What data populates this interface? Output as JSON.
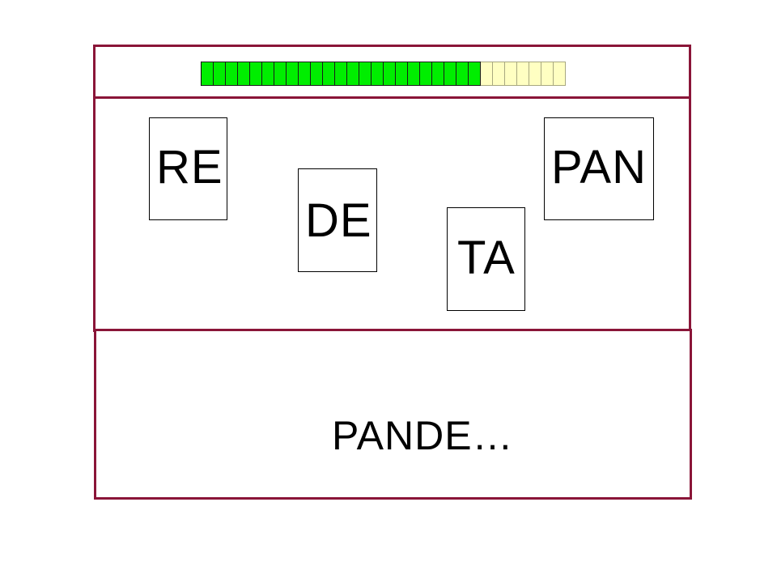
{
  "progress": {
    "total_segments": 30,
    "filled_segments": 23,
    "fill_color": "#00ee00",
    "empty_color": "#ffffc2",
    "border_color": "#8a1538"
  },
  "tiles": {
    "re": "RE",
    "de": "DE",
    "ta": "TA",
    "pan": "PAN"
  },
  "answer": {
    "text": "PANDE…"
  }
}
